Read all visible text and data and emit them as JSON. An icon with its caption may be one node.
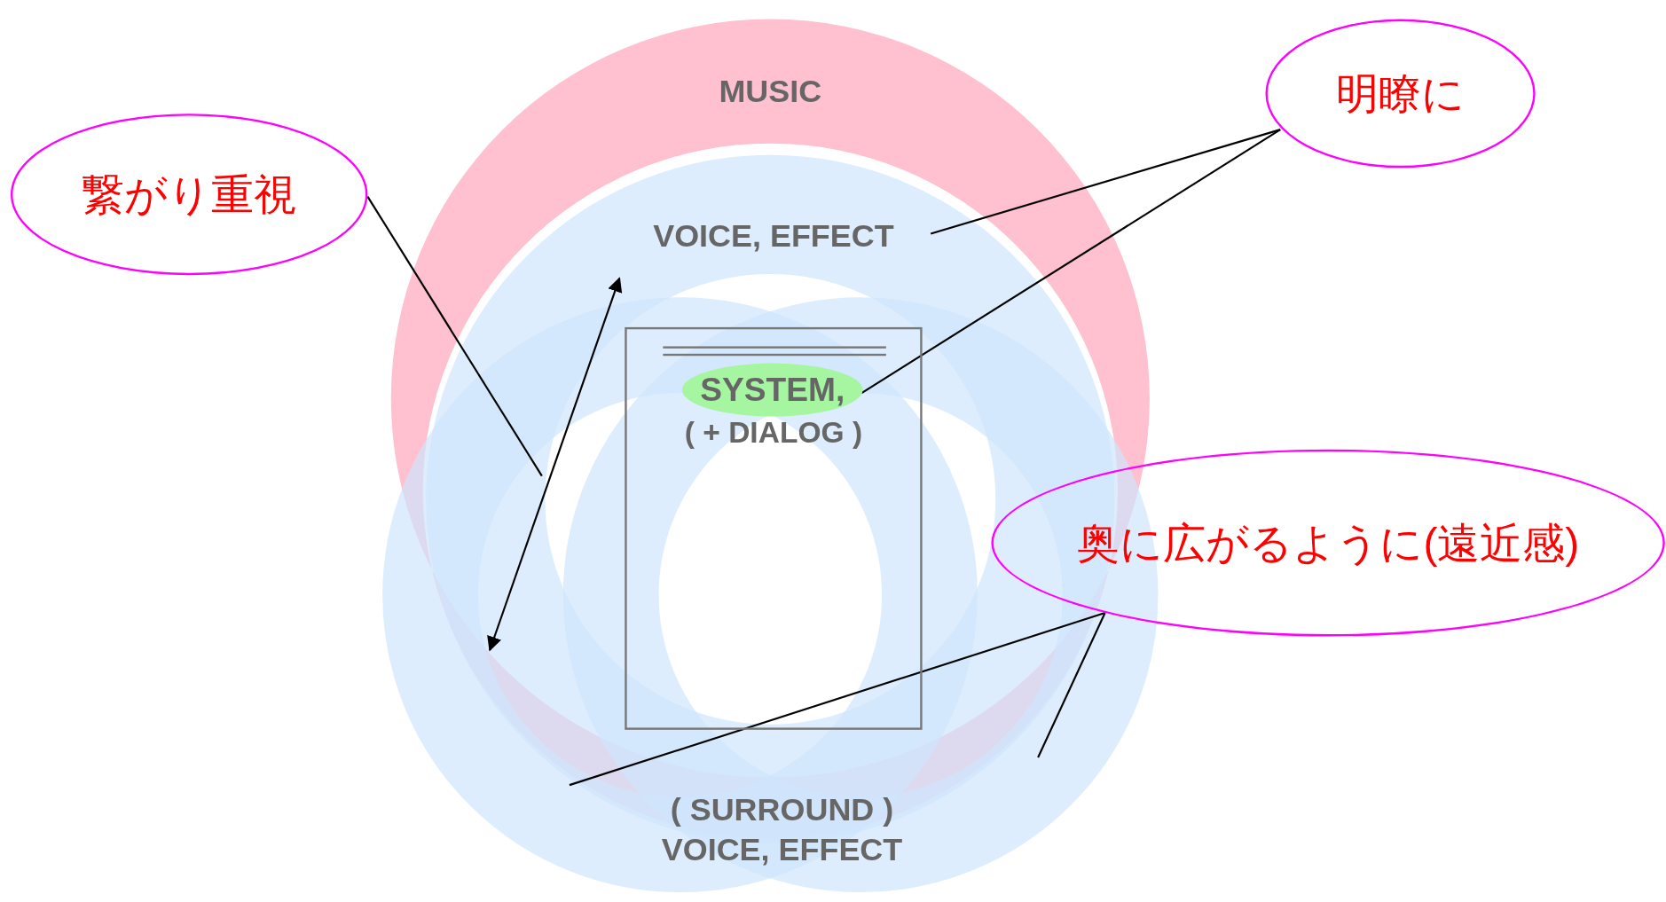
{
  "diagram": {
    "nodes": [
      {
        "text": [
          "繋がり重視"
        ]
      },
      {
        "text": [
          "明瞭に"
        ]
      },
      {
        "text": [
          "VOICE, EFFECT"
        ]
      },
      {
        "text": [
          "( + DIALOG )"
        ]
      },
      {
        "text": [
          "SYSTEM,"
        ],
        "in": 3
      },
      {
        "text": [
          "奥に広がるように(遠近感)"
        ]
      },
      {
        "text": [],
        "shape": "circle"
      },
      {
        "text": [],
        "shape": "circle"
      }
    ],
    "edges": [
      {
        "from": 0,
        "to": 6,
        "arrow": "none"
      },
      {
        "from": 2,
        "to": 6,
        "arrow": "both"
      },
      {
        "from": 1,
        "to": 2,
        "arrow": "none"
      },
      {
        "from": 1,
        "to": 4,
        "arrow": "none"
      },
      {
        "from": 5,
        "to": 6,
        "arrow": "none"
      },
      {
        "from": 5,
        "to": 7,
        "arrow": "none"
      }
    ],
    "labels": [
      "MUSIC",
      "( SURROUND ) VOICE, EFFECT"
    ]
  }
}
